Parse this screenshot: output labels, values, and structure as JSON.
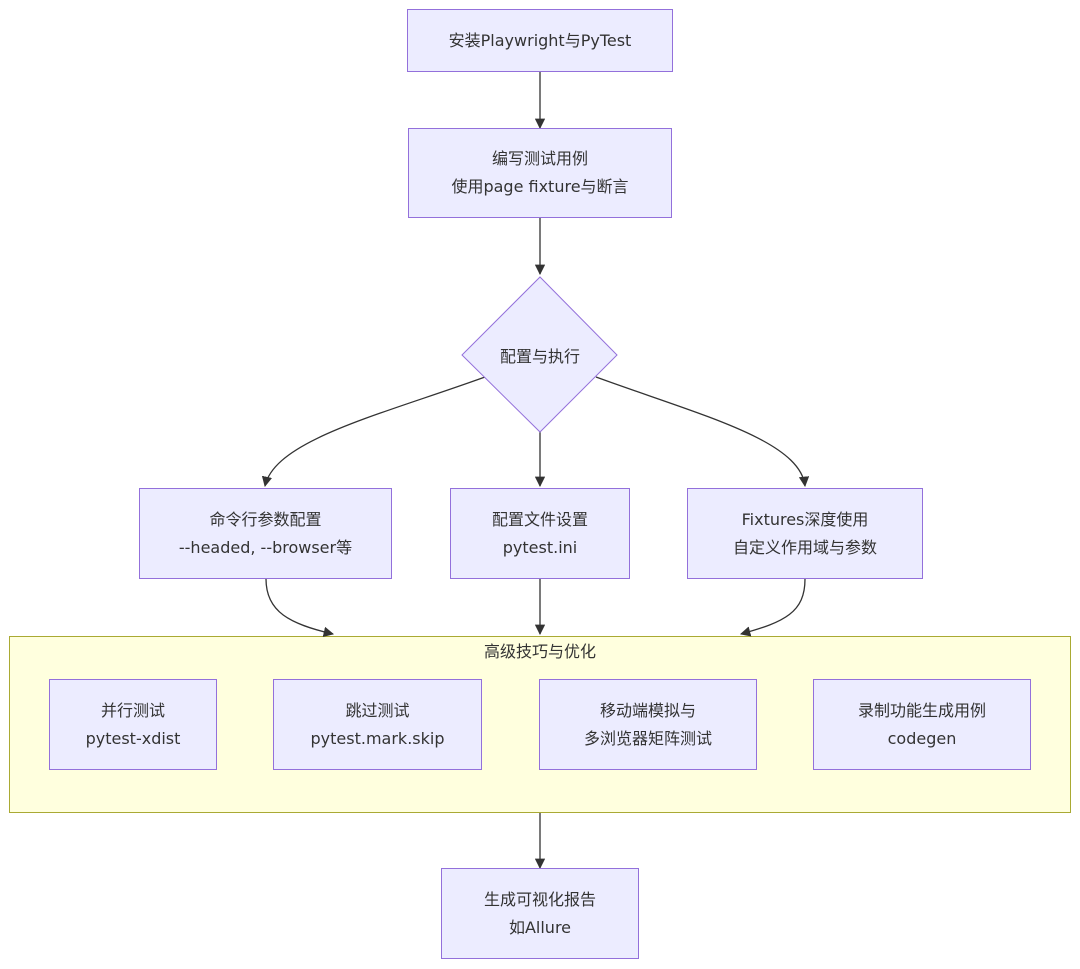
{
  "nodes": {
    "install": {
      "line1": "安装Playwright与PyTest"
    },
    "write": {
      "line1": "编写测试用例",
      "line2": "使用page fixture与断言"
    },
    "decision": {
      "line1": "配置与执行"
    },
    "cli": {
      "line1": "命令行参数配置",
      "line2": "--headed, --browser等"
    },
    "config_file": {
      "line1": "配置文件设置",
      "line2": "pytest.ini"
    },
    "fixtures": {
      "line1": "Fixtures深度使用",
      "line2": "自定义作用域与参数"
    },
    "parallel": {
      "line1": "并行测试",
      "line2": "pytest-xdist"
    },
    "skip": {
      "line1": "跳过测试",
      "line2": "pytest.mark.skip"
    },
    "mobile": {
      "line1": "移动端模拟与",
      "line2": "多浏览器矩阵测试"
    },
    "codegen": {
      "line1": "录制功能生成用例",
      "line2": "codegen"
    },
    "report": {
      "line1": "生成可视化报告",
      "line2": "如Allure"
    }
  },
  "cluster": {
    "title": "高级技巧与优化"
  },
  "colors": {
    "node_fill": "#ececff",
    "node_stroke": "#9370db",
    "cluster_fill": "#ffffde",
    "cluster_stroke": "#aaaa33",
    "edge": "#333333"
  }
}
